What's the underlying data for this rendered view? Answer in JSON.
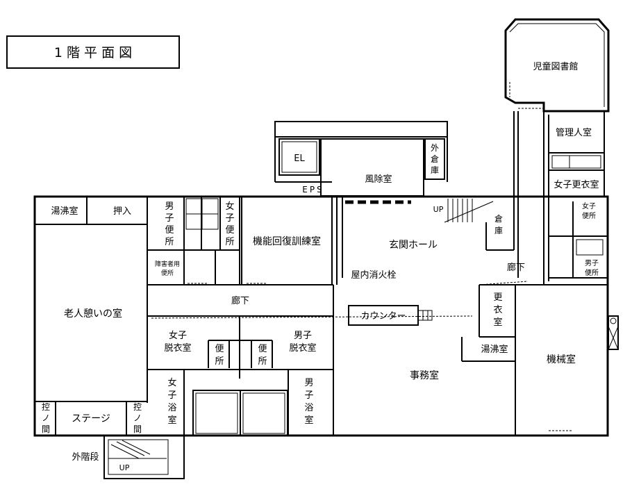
{
  "title": "1 階 平 面 図",
  "rooms": {
    "kids_library": "児童図書館",
    "manager_room": "管理人室",
    "women_locker": "女子更衣室",
    "women_toilet_r": [
      "女子",
      "便所"
    ],
    "men_toilet_r": [
      "男子",
      "便所"
    ],
    "el": "EL",
    "windbreak": "風除室",
    "outer_storage": [
      "外",
      "倉",
      "庫"
    ],
    "eps": "EPS",
    "boiler_1": "湯沸室",
    "closet": "押入",
    "men_toilet": [
      "男",
      "子",
      "便",
      "所"
    ],
    "women_toilet": [
      "女",
      "子",
      "便",
      "所"
    ],
    "rehab": "機能回復訓練室",
    "entrance_hall": "玄関ホール",
    "storage": [
      "倉",
      "庫"
    ],
    "up_1": "UP",
    "hydrant": "屋内消火栓",
    "accessible_toilet": [
      "障害者用",
      "便所"
    ],
    "corridor_1": "廊下",
    "corridor_2": "廊下",
    "elderly_lounge": "老人憩いの室",
    "counter": "カウンター",
    "changing": [
      "更",
      "衣",
      "室"
    ],
    "boiler_2": "湯沸室",
    "machine_room": "機械室",
    "office": "事務室",
    "women_dressing": [
      "女子",
      "脱衣室"
    ],
    "toilet_l": [
      "便",
      "所"
    ],
    "toilet_r": [
      "便",
      "所"
    ],
    "men_dressing": [
      "男子",
      "脱衣室"
    ],
    "women_bath": [
      "女",
      "子",
      "浴",
      "室"
    ],
    "men_bath": [
      "男",
      "子",
      "浴",
      "室"
    ],
    "wait_l": [
      "控",
      "ノ",
      "間"
    ],
    "stage": "ステージ",
    "wait_r": [
      "控",
      "ノ",
      "間"
    ],
    "outer_stairs": "外階段",
    "up_2": "UP"
  }
}
